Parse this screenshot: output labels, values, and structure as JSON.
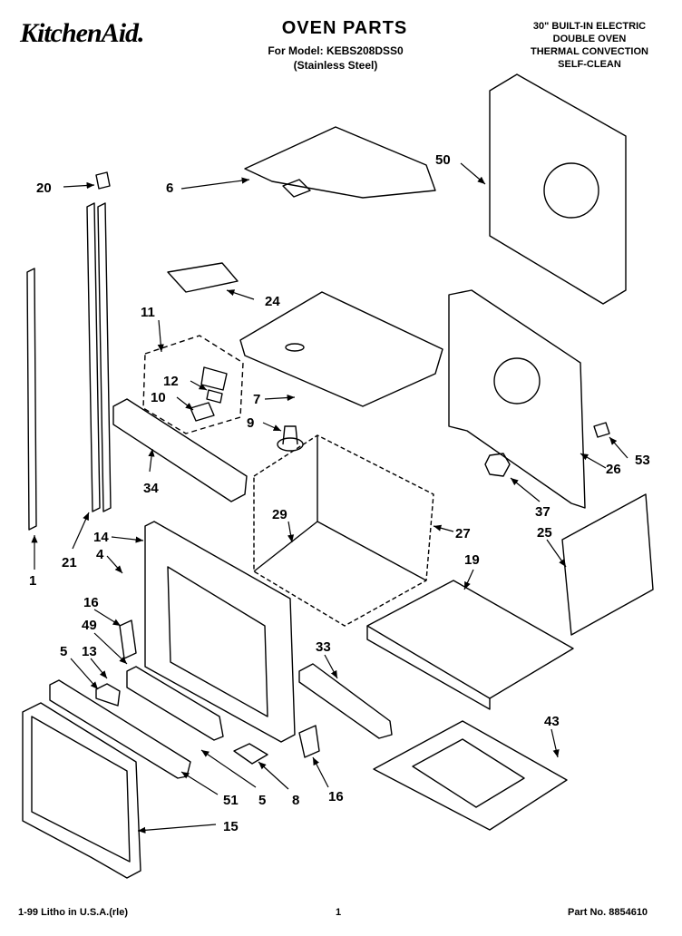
{
  "header": {
    "brand": "KitchenAid.",
    "title": "OVEN PARTS",
    "model_line1": "For Model: KEBS208DSS0",
    "model_line2": "(Stainless Steel)",
    "spec": [
      "30\" BUILT-IN ELECTRIC",
      "DOUBLE OVEN",
      "THERMAL CONVECTION",
      "SELF-CLEAN"
    ]
  },
  "footer": {
    "left": "1-99 Litho in U.S.A.(rle)",
    "center": "1",
    "right": "Part No. 8854610"
  },
  "part_labels": [
    "20",
    "6",
    "50",
    "24",
    "11",
    "12",
    "10",
    "7",
    "9",
    "34",
    "53",
    "26",
    "37",
    "14",
    "29",
    "27",
    "4",
    "21",
    "1",
    "19",
    "25",
    "16",
    "49",
    "5",
    "13",
    "33",
    "43",
    "51",
    "5",
    "8",
    "16",
    "15"
  ]
}
